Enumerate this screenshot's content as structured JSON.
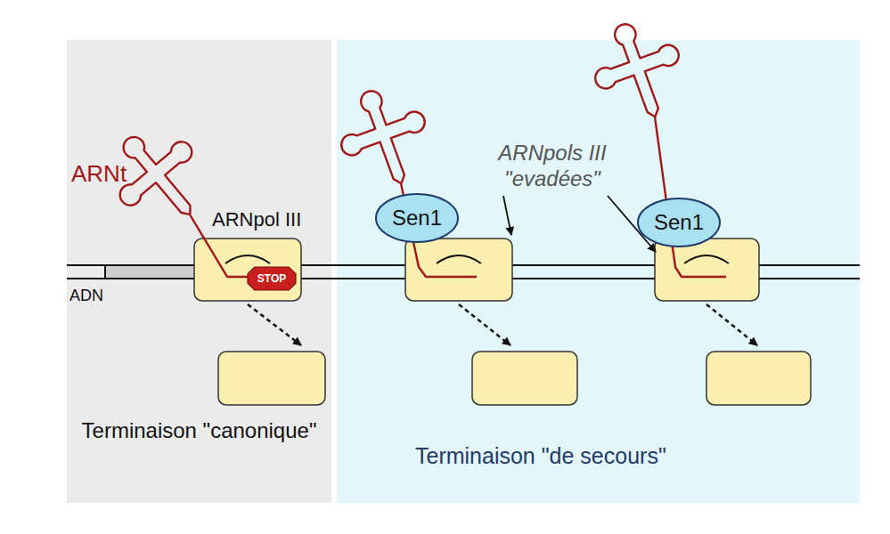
{
  "diagram": {
    "nodes": [
      {
        "text": [
          "Terminaison \"canonique\""
        ]
      },
      {
        "text": [
          "Terminaison \"de secours\""
        ]
      },
      {
        "text": [
          "STOP"
        ],
        "in": 0
      },
      {
        "text": [
          "Sen1"
        ],
        "in": 1
      },
      {
        "text": [
          "Sen1"
        ],
        "in": 1
      }
    ],
    "labels": [
      "ARNt",
      "ARNpol III",
      "ADN",
      "ARNpols III \"evadées\""
    ]
  }
}
